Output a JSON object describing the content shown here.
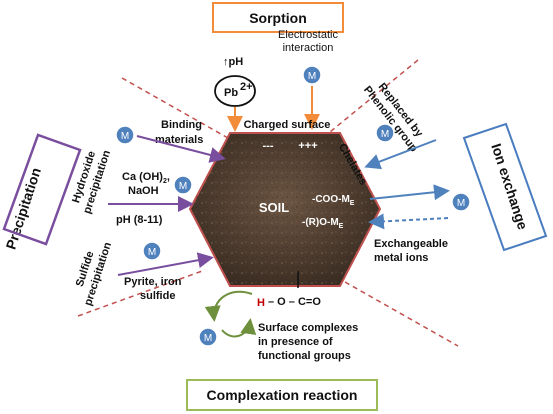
{
  "titles": {
    "sorption": "Sorption",
    "precipitation": "Precipitation",
    "ion_exchange": "Ion exchange",
    "complexation": "Complexation reaction"
  },
  "soil": {
    "center": "SOIL",
    "charged_surface": "Charged surface",
    "neg_charges": "---",
    "pos_charges": "+++",
    "coo": "-COO-M",
    "coo_sub": "E",
    "ro": "-(R)O-M",
    "ro_sub": "E"
  },
  "sorption": {
    "ph_up": "↑pH",
    "pb": "Pb",
    "pb_sup": "2+",
    "electrostatic_1": "Electrostatic",
    "electrostatic_2": "interaction"
  },
  "precipitation": {
    "binding_1": "Binding",
    "binding_2": "materials",
    "hydroxide_1": "Hydroxide",
    "hydroxide_2": "precipitation",
    "caoh_1": "Ca (OH)",
    "caoh_sub": "2",
    "caoh_comma": ",",
    "caoh_2": "NaOH",
    "ph_range": "pH (8-11)",
    "sulfide_1": "Sulfide",
    "sulfide_2": "precipitation",
    "pyrite_1": "Pyrite, iron",
    "pyrite_2": "sulfide"
  },
  "ion_exchange": {
    "replaced_1": "Replaced by",
    "replaced_2": "Phenolic group",
    "chelates": "Chelates",
    "exch_1": "Exchangeable",
    "exch_2": "metal ions"
  },
  "complexation": {
    "h": "H",
    "chain": " – O – C=O",
    "surface_1": "Surface complexes",
    "surface_2": "in presence of",
    "surface_3": "functional groups"
  },
  "metal_label": "M",
  "colors": {
    "sorption_border": "#f28c38",
    "precipitation_border": "#7a4e9e",
    "ion_exchange_border": "#4a7dbf",
    "complexation_border": "#9bbb59",
    "dashed_lines": "#c0504d",
    "hexagon_border": "#c0504d",
    "soil_fill": "#4a3a2e",
    "metal_fill": "#4f81bd",
    "sorption_arrow": "#f28c38",
    "precipitation_arrow": "#7a4e9e",
    "ion_arrow": "#4f81bd",
    "complex_arrow": "#6e8f3c",
    "h_color": "#c00000"
  }
}
